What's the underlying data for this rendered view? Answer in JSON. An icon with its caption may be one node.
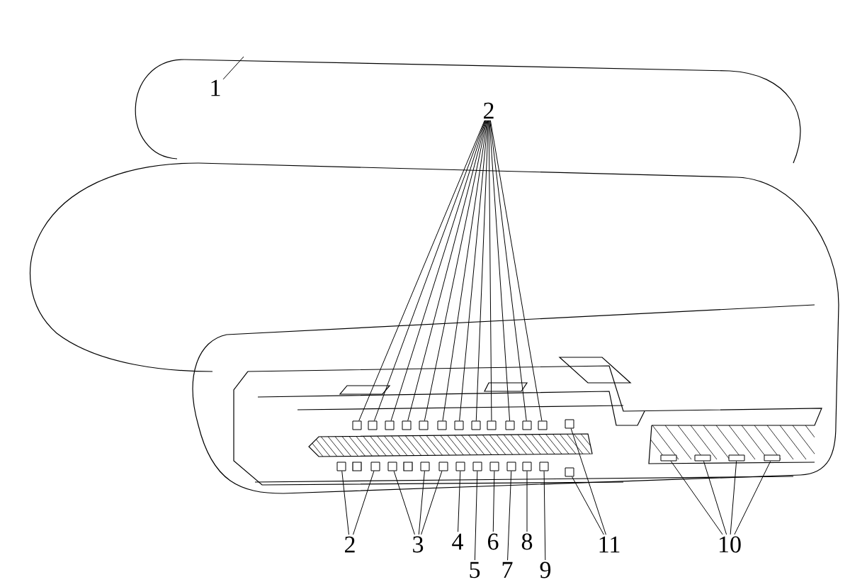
{
  "diagram": {
    "nodes": [
      {
        "text": [
          "1"
        ]
      },
      {
        "text": [
          "2"
        ]
      },
      {
        "text": [
          "2"
        ]
      },
      {
        "text": [
          "3"
        ]
      },
      {
        "text": [
          "4"
        ]
      },
      {
        "text": [
          "5"
        ]
      },
      {
        "text": [
          "6"
        ]
      },
      {
        "text": [
          "7"
        ]
      },
      {
        "text": [
          "8"
        ]
      },
      {
        "text": [
          "9"
        ]
      },
      {
        "text": [
          "11"
        ]
      },
      {
        "text": [
          "10"
        ]
      },
      {
        "text": [],
        "shape": "box"
      },
      {
        "text": [],
        "shape": "box"
      },
      {
        "text": [],
        "shape": "box"
      },
      {
        "text": [],
        "shape": "box"
      },
      {
        "text": [],
        "shape": "box"
      },
      {
        "text": [],
        "shape": "box"
      },
      {
        "text": [],
        "shape": "box"
      },
      {
        "text": [],
        "shape": "box"
      },
      {
        "text": [],
        "shape": "box"
      },
      {
        "text": [],
        "shape": "box"
      },
      {
        "text": [],
        "shape": "box"
      },
      {
        "text": [],
        "shape": "box"
      },
      {
        "text": [],
        "shape": "box"
      },
      {
        "text": [],
        "shape": "box"
      },
      {
        "text": [],
        "shape": "box"
      },
      {
        "text": [],
        "shape": "box"
      },
      {
        "text": [],
        "shape": "box"
      },
      {
        "text": [],
        "shape": "box"
      },
      {
        "text": [],
        "shape": "box"
      },
      {
        "text": [],
        "shape": "box"
      },
      {
        "text": [],
        "shape": "box"
      },
      {
        "text": [],
        "shape": "box"
      },
      {
        "text": [],
        "shape": "box"
      },
      {
        "text": [],
        "shape": "box"
      },
      {
        "text": [],
        "shape": "box"
      },
      {
        "text": [],
        "shape": "bar"
      },
      {
        "text": [],
        "shape": "bar"
      },
      {
        "text": [],
        "shape": "bar"
      },
      {
        "text": [],
        "shape": "bar"
      }
    ],
    "edges": [
      {
        "from": 0,
        "to": null,
        "arrow": "none"
      },
      {
        "from": 1,
        "to": 12,
        "arrow": "none"
      },
      {
        "from": 1,
        "to": 13,
        "arrow": "none"
      },
      {
        "from": 1,
        "to": 14,
        "arrow": "none"
      },
      {
        "from": 1,
        "to": 15,
        "arrow": "none"
      },
      {
        "from": 1,
        "to": 16,
        "arrow": "none"
      },
      {
        "from": 1,
        "to": 17,
        "arrow": "none"
      },
      {
        "from": 1,
        "to": 18,
        "arrow": "none"
      },
      {
        "from": 1,
        "to": 19,
        "arrow": "none"
      },
      {
        "from": 1,
        "to": 20,
        "arrow": "none"
      },
      {
        "from": 1,
        "to": 21,
        "arrow": "none"
      },
      {
        "from": 1,
        "to": 22,
        "arrow": "none"
      },
      {
        "from": 1,
        "to": 23,
        "arrow": "none"
      },
      {
        "from": 2,
        "to": 25,
        "arrow": "none"
      },
      {
        "from": 2,
        "to": 26,
        "arrow": "none"
      },
      {
        "from": 3,
        "to": 27,
        "arrow": "none"
      },
      {
        "from": 3,
        "to": 28,
        "arrow": "none"
      },
      {
        "from": 3,
        "to": 29,
        "arrow": "none"
      },
      {
        "from": 4,
        "to": 30,
        "arrow": "none"
      },
      {
        "from": 5,
        "to": 31,
        "arrow": "none"
      },
      {
        "from": 6,
        "to": 32,
        "arrow": "none"
      },
      {
        "from": 7,
        "to": 33,
        "arrow": "none"
      },
      {
        "from": 8,
        "to": 34,
        "arrow": "none"
      },
      {
        "from": 9,
        "to": 35,
        "arrow": "none"
      },
      {
        "from": 10,
        "to": 24,
        "arrow": "none"
      },
      {
        "from": 10,
        "to": 36,
        "arrow": "none"
      },
      {
        "from": 11,
        "to": 37,
        "arrow": "none"
      },
      {
        "from": 11,
        "to": 38,
        "arrow": "none"
      },
      {
        "from": 11,
        "to": 39,
        "arrow": "none"
      },
      {
        "from": 11,
        "to": 40,
        "arrow": "none"
      }
    ]
  }
}
